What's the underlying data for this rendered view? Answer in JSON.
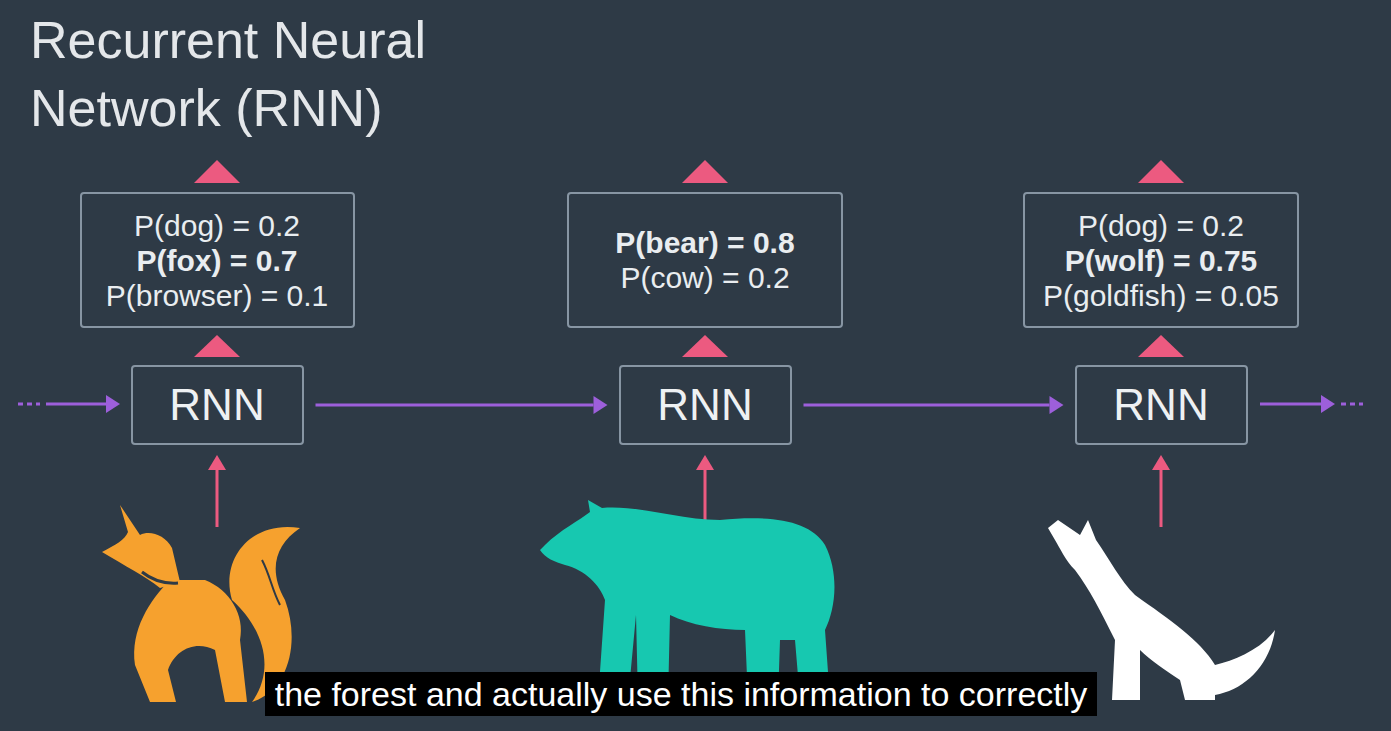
{
  "diagram": {
    "title": "Recurrent Neural Network (RNN)",
    "caption": "the forest and actually use this information to correctly",
    "nodes": [
      {
        "text": [
          "P(dog) = 0.2",
          "P(fox) = 0.7",
          "P(browser) = 0.1"
        ]
      },
      {
        "text": [
          "P(bear) = 0.8",
          "P(cow) = 0.2"
        ]
      },
      {
        "text": [
          "P(dog) = 0.2",
          "P(wolf) = 0.75",
          "P(goldfish) = 0.05"
        ]
      },
      {
        "text": [
          "RNN"
        ]
      },
      {
        "text": [
          "RNN"
        ]
      },
      {
        "text": [
          "RNN"
        ]
      }
    ],
    "edges": [
      {
        "from": 3,
        "to": 0,
        "arrow": "to"
      },
      {
        "from": 4,
        "to": 1,
        "arrow": "to"
      },
      {
        "from": 5,
        "to": 2,
        "arrow": "to"
      },
      {
        "from": 3,
        "to": 4,
        "arrow": "to"
      },
      {
        "from": 4,
        "to": 5,
        "arrow": "to"
      }
    ]
  }
}
